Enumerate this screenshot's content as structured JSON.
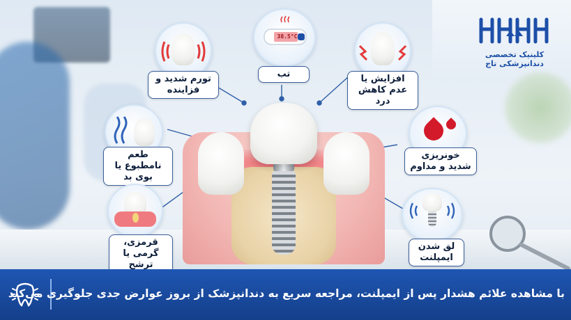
{
  "brand": {
    "name": "کلینیک تخصصی دندانپزشکی تاج",
    "primary_color": "#1d4fa8"
  },
  "symptoms": {
    "fever": {
      "label": "تب",
      "thermometer_reading": "38.5°C",
      "icon": "thermometer-icon"
    },
    "swelling": {
      "label": "تورم شدید و فزاینده",
      "icon": "swollen-tooth-icon"
    },
    "pain": {
      "label": "افزایش یا عدم کاهش درد",
      "icon": "painful-tooth-icon"
    },
    "bad_taste": {
      "label": "طعم نامطبوع یا بوی بد",
      "icon": "odor-tooth-icon"
    },
    "bleeding": {
      "label": "خونریزی شدید و مداوم",
      "icon": "blood-drop-icon"
    },
    "redness": {
      "label": "قرمزی، گرمی یا ترشح",
      "icon": "inflamed-gum-icon"
    },
    "loose_implant": {
      "label": "لق شدن ایمپلنت",
      "icon": "loose-implant-icon"
    }
  },
  "footer": {
    "message": "با مشاهده علائم هشدار پس از ایمپلنت، مراجعه سریع به دندانپزشک از بروز عوارض جدی جلوگیری می‌کند",
    "icon": "tooth-alert-icon"
  },
  "colors": {
    "footer_bg": "#1a4ea3",
    "label_border": "#3a5f9a",
    "alert_red": "#d21a2b"
  }
}
